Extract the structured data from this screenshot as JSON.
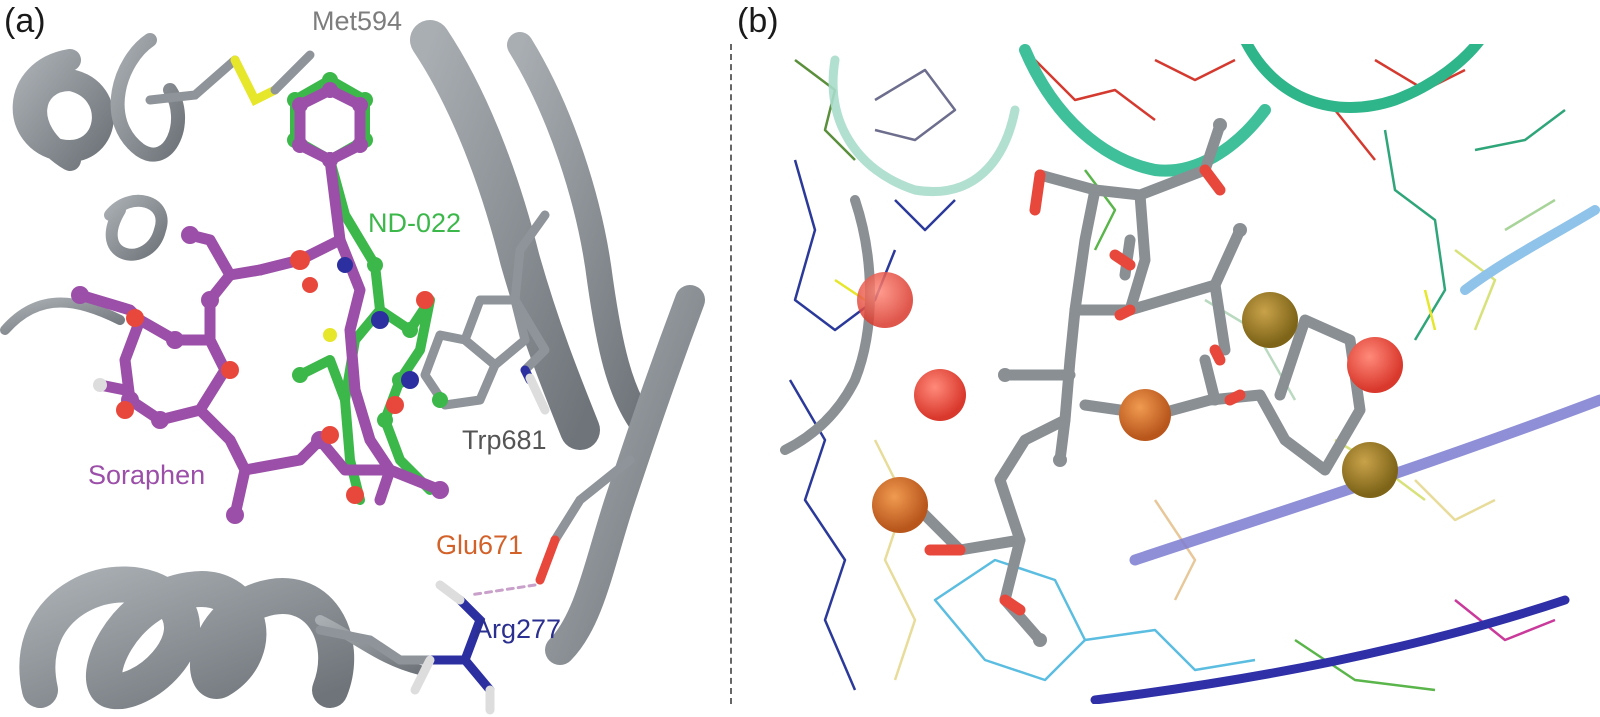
{
  "panels": {
    "a": {
      "label": "(a)"
    },
    "b": {
      "label": "(b)"
    }
  },
  "labels": {
    "met594": "Met594",
    "nd022": "ND-022",
    "trp681": "Trp681",
    "soraphen": "Soraphen",
    "glu671": "Glu671",
    "arg277": "Arg277"
  },
  "colors": {
    "protein": "#8e9499",
    "soraphen": "#9b4fa8",
    "nd022": "#3cb84a",
    "oxygen": "#e8483c",
    "nitrogen": "#2b2fa0",
    "sulfur": "#e6e62a",
    "glu_label": "#d2622a",
    "arg_label": "#2b2f8f",
    "met_label": "#7d7d7d",
    "ligand_b": "#8a8f94"
  }
}
